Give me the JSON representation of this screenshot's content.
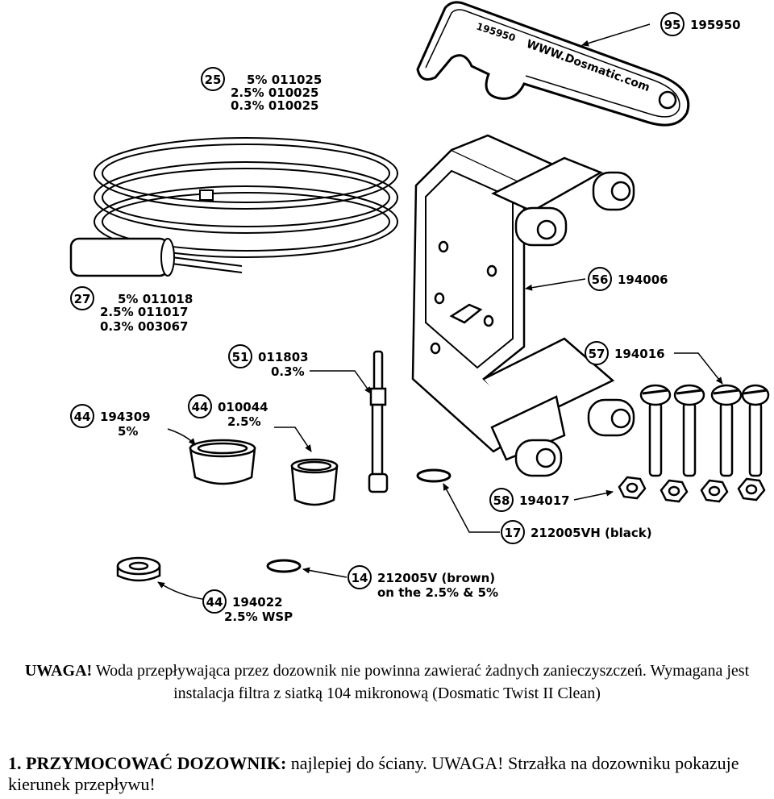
{
  "callouts": {
    "c95": {
      "num": "95",
      "lines": [
        "195950"
      ]
    },
    "c25": {
      "num": "25",
      "lines": [
        "5% 011025",
        "2.5% 010025",
        "0.3% 010025"
      ]
    },
    "c27": {
      "num": "27",
      "lines": [
        "5% 011018",
        "2.5% 011017",
        "0.3% 003067"
      ]
    },
    "c56": {
      "num": "56",
      "lines": [
        "194006"
      ]
    },
    "c57": {
      "num": "57",
      "lines": [
        "194016"
      ]
    },
    "c51": {
      "num": "51",
      "lines": [
        "011803",
        "0.3%"
      ]
    },
    "c44a": {
      "num": "44",
      "lines": [
        "194309",
        "5%"
      ]
    },
    "c44b": {
      "num": "44",
      "lines": [
        "010044",
        "2.5%"
      ]
    },
    "c58": {
      "num": "58",
      "lines": [
        "194017"
      ]
    },
    "c17": {
      "num": "17",
      "lines": [
        "212005VH (black)"
      ]
    },
    "c14": {
      "num": "14",
      "lines": [
        "212005V (brown)",
        "on the 2.5% & 5%"
      ]
    },
    "c44c": {
      "num": "44",
      "lines": [
        "194022",
        "2.5% WSP"
      ]
    }
  },
  "wrench": {
    "part_no": "195950",
    "url": "WWW.Dosmatic.com"
  },
  "warning": {
    "lead": "UWAGA!",
    "text": " Woda przepływająca przez dozownik nie powinna zawierać żadnych zanieczyszczeń. Wymagana jest instalacja filtra z siatką 104 mikronową (Dosmatic Twist II Clean)"
  },
  "step": {
    "number": "1.",
    "heading": "PRZYMOCOWAĆ DOZOWNIK:",
    "body": " najlepiej do ściany. UWAGA! Strzałka na dozowniku pokazuje kierunek przepływu!"
  }
}
